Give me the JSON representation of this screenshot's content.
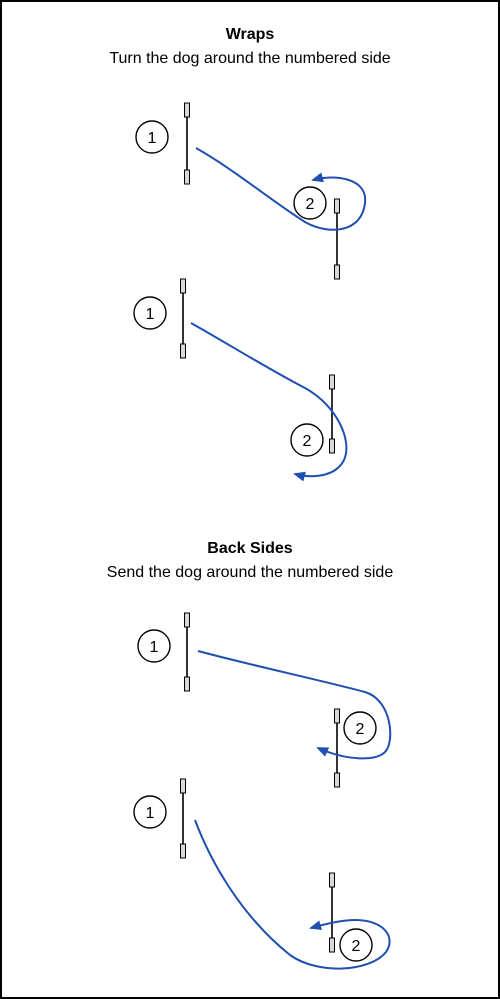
{
  "colors": {
    "path": "#1f4fb0",
    "jump": "#000000",
    "post_fill": "#d9d9d9",
    "frame": "#000000"
  },
  "wraps": {
    "title": "Wraps",
    "subtitle": "Turn the dog around the numbered side",
    "diagrams": [
      {
        "first_jump_label": "1",
        "second_jump_label": "2"
      },
      {
        "first_jump_label": "1",
        "second_jump_label": "2"
      }
    ]
  },
  "back_sides": {
    "title": "Back Sides",
    "subtitle": "Send the dog around the numbered side",
    "diagrams": [
      {
        "first_jump_label": "1",
        "second_jump_label": "2"
      },
      {
        "first_jump_label": "1",
        "second_jump_label": "2"
      }
    ]
  }
}
